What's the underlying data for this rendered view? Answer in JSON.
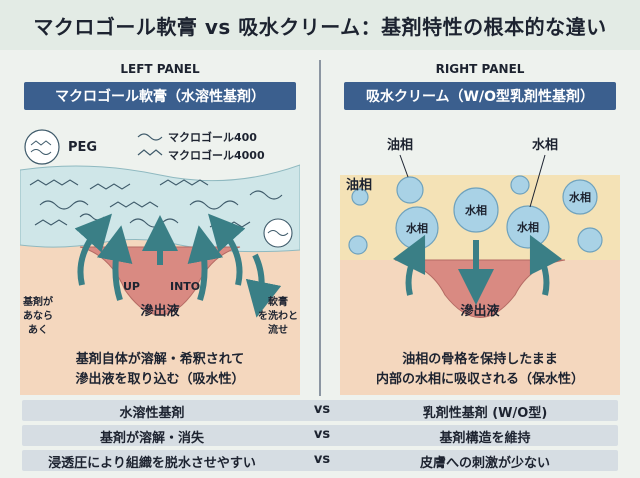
{
  "title": "マクロゴール軟膏 vs 吸水クリーム：基剤特性の根本的な違い",
  "left": {
    "panel_label": "LEFT PANEL",
    "subtitle": "マクロゴール軟膏（水溶性基剤）",
    "peg_label": "PEG",
    "legend_400": "マクロゴール400",
    "legend_4000": "マクロゴール4000",
    "arrow_label_left": [
      "基剤が",
      "あなら",
      "あく"
    ],
    "arrow_label_right": [
      "軟膏",
      "を洗わと",
      "流せ"
    ],
    "up_label": "UP",
    "into_label": "INTO",
    "exudate_label": "滲出液",
    "caption_lines": [
      "基剤自体が溶解・希釈されて",
      "滲出液を取り込む（吸水性）"
    ]
  },
  "right": {
    "panel_label": "RIGHT PANEL",
    "subtitle": "吸水クリーム（W/O型乳剤性基剤）",
    "oil_label_top": "油相",
    "oil_label_side": "油相",
    "water_label_top": "水相",
    "water_droplet_label": "水相",
    "exudate_label": "滲出液",
    "caption_lines": [
      "油相の骨格を保持したまま",
      "内部の水相に吸収される（保水性）"
    ]
  },
  "comparison": [
    {
      "left": "水溶性基剤",
      "vs": "vs",
      "right": "乳剤性基剤 (W/O型)"
    },
    {
      "left": "基剤が溶解・消失",
      "vs": "vs",
      "right": "基剤構造を維持"
    },
    {
      "left": "浸透圧により組織を脱水させやすい",
      "vs": "vs",
      "right": "皮膚への刺激が少ない"
    }
  ],
  "colors": {
    "subtitle_bg": "#3b5f8e",
    "gel": "#cfe6e8",
    "skin": "#f4d7be",
    "wound": "#d98a82",
    "oil": "#f4e2b6",
    "droplet": "#a9d2e6",
    "arrow": "#3a7f86",
    "polymer": "#3e5a6a"
  }
}
